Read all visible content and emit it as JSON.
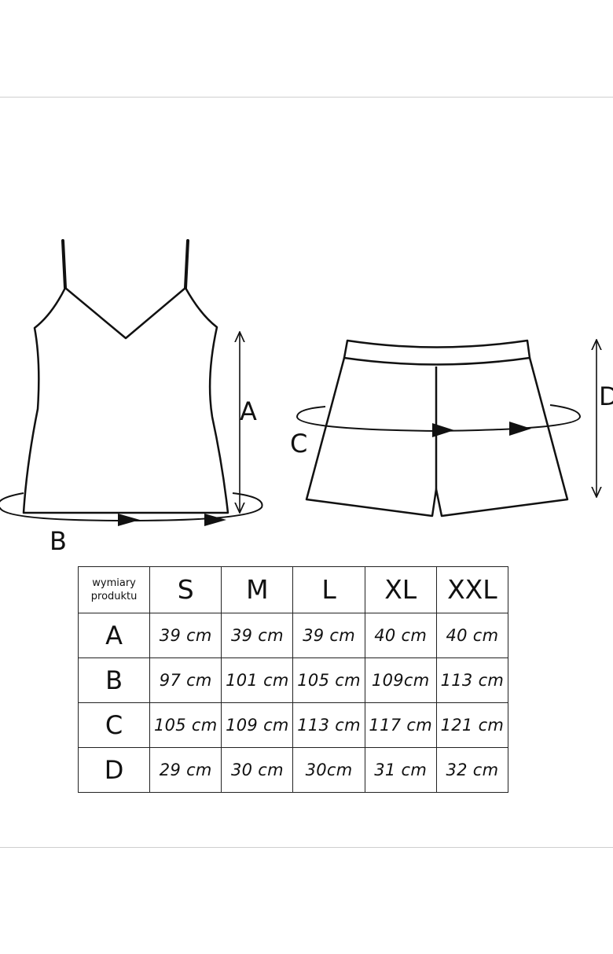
{
  "labels": {
    "A": "A",
    "B": "B",
    "C": "C",
    "D": "D"
  },
  "table": {
    "corner": [
      "wymiary",
      "produktu"
    ],
    "sizes": [
      "S",
      "M",
      "L",
      "XL",
      "XXL"
    ],
    "rows": [
      {
        "label": "A",
        "values": [
          "39 cm",
          "39 cm",
          "39 cm",
          "40 cm",
          "40 cm"
        ]
      },
      {
        "label": "B",
        "values": [
          "97 cm",
          "101 cm",
          "105 cm",
          "109cm",
          "113 cm"
        ]
      },
      {
        "label": "C",
        "values": [
          "105 cm",
          "109 cm",
          "113 cm",
          "117 cm",
          "121 cm"
        ]
      },
      {
        "label": "D",
        "values": [
          "29 cm",
          "30 cm",
          "30cm",
          "31 cm",
          "32 cm"
        ]
      }
    ]
  },
  "colors": {
    "line": "#111111",
    "divider": "#cfcfcf"
  }
}
